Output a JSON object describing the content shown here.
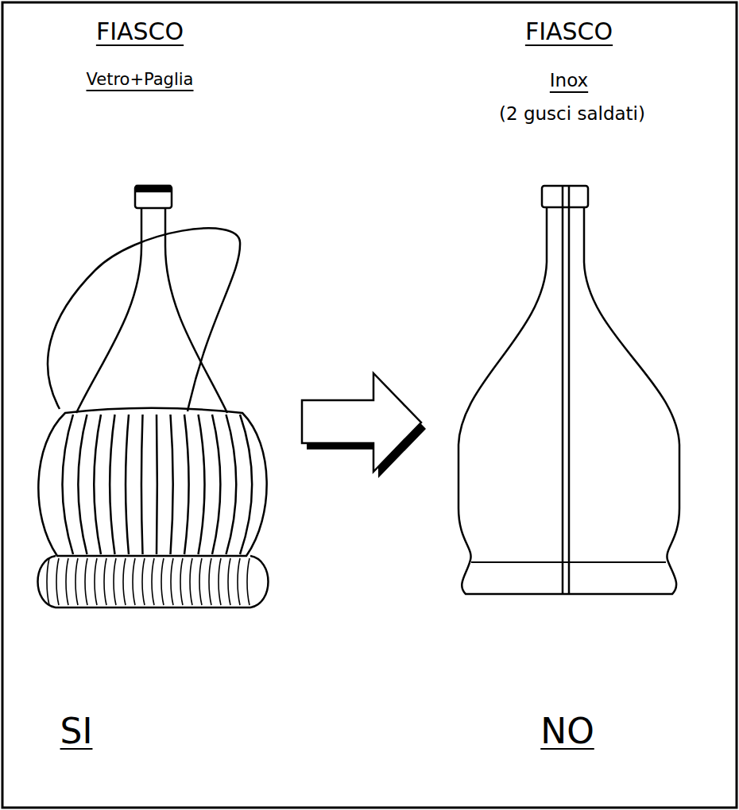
{
  "diagram": {
    "labels": [
      "FIASCO",
      "Vetro+Paglia",
      "FIASCO",
      "Inox",
      "(2 gusci saldati)",
      "SI",
      "NO"
    ]
  }
}
